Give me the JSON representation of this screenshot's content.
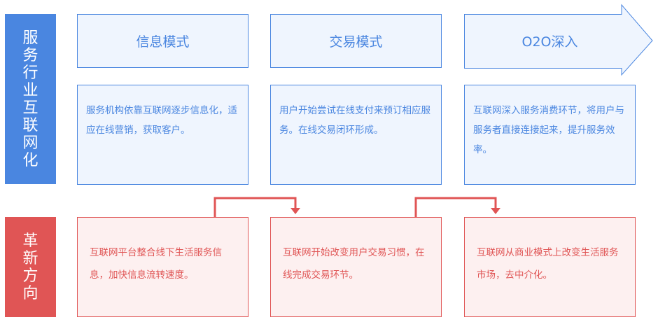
{
  "rows": {
    "top_label": "服务行业互联网化",
    "bottom_label": "革新方向"
  },
  "columns": [
    {
      "title": "信息模式",
      "desc": "服务机构依靠互联网逐步信息化，适应在线营销，获取客户。",
      "innovation": "互联网平台整合线下生活服务信息，加快信息流转速度。"
    },
    {
      "title": "交易模式",
      "desc": "用户开始尝试在线支付来预订相应服务。在线交易闭环形成。",
      "innovation": "互联网开始改变用户交易习惯，在线完成交易环节。"
    },
    {
      "title": "O2O深入",
      "desc": "互联网深入服务消费环节，将用户与服务者直接连接起来，提升服务效率。",
      "innovation": "互联网从商业模式上改变生活服务市场，去中介化。"
    }
  ],
  "colors": {
    "blue": "#4a86e0",
    "red": "#e05555"
  }
}
